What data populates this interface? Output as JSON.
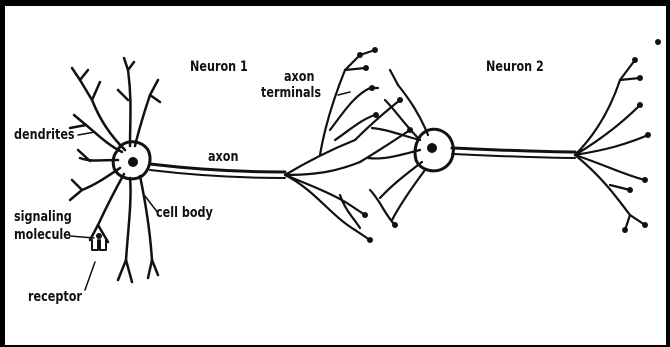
{
  "labels": {
    "neuron1": "Neuron 1",
    "neuron2": "Neuron 2",
    "axon_terminals_line1": "axon",
    "axon_terminals_line2": "terminals",
    "axon": "axon",
    "dendrites": "dendrites",
    "cell_body": "cell body",
    "signaling_molecule_line1": "signaling",
    "signaling_molecule_line2": "molecule",
    "receptor": "receptor"
  },
  "colors": {
    "ink": "#111111",
    "background": "#ffffff",
    "border": "#000000"
  }
}
